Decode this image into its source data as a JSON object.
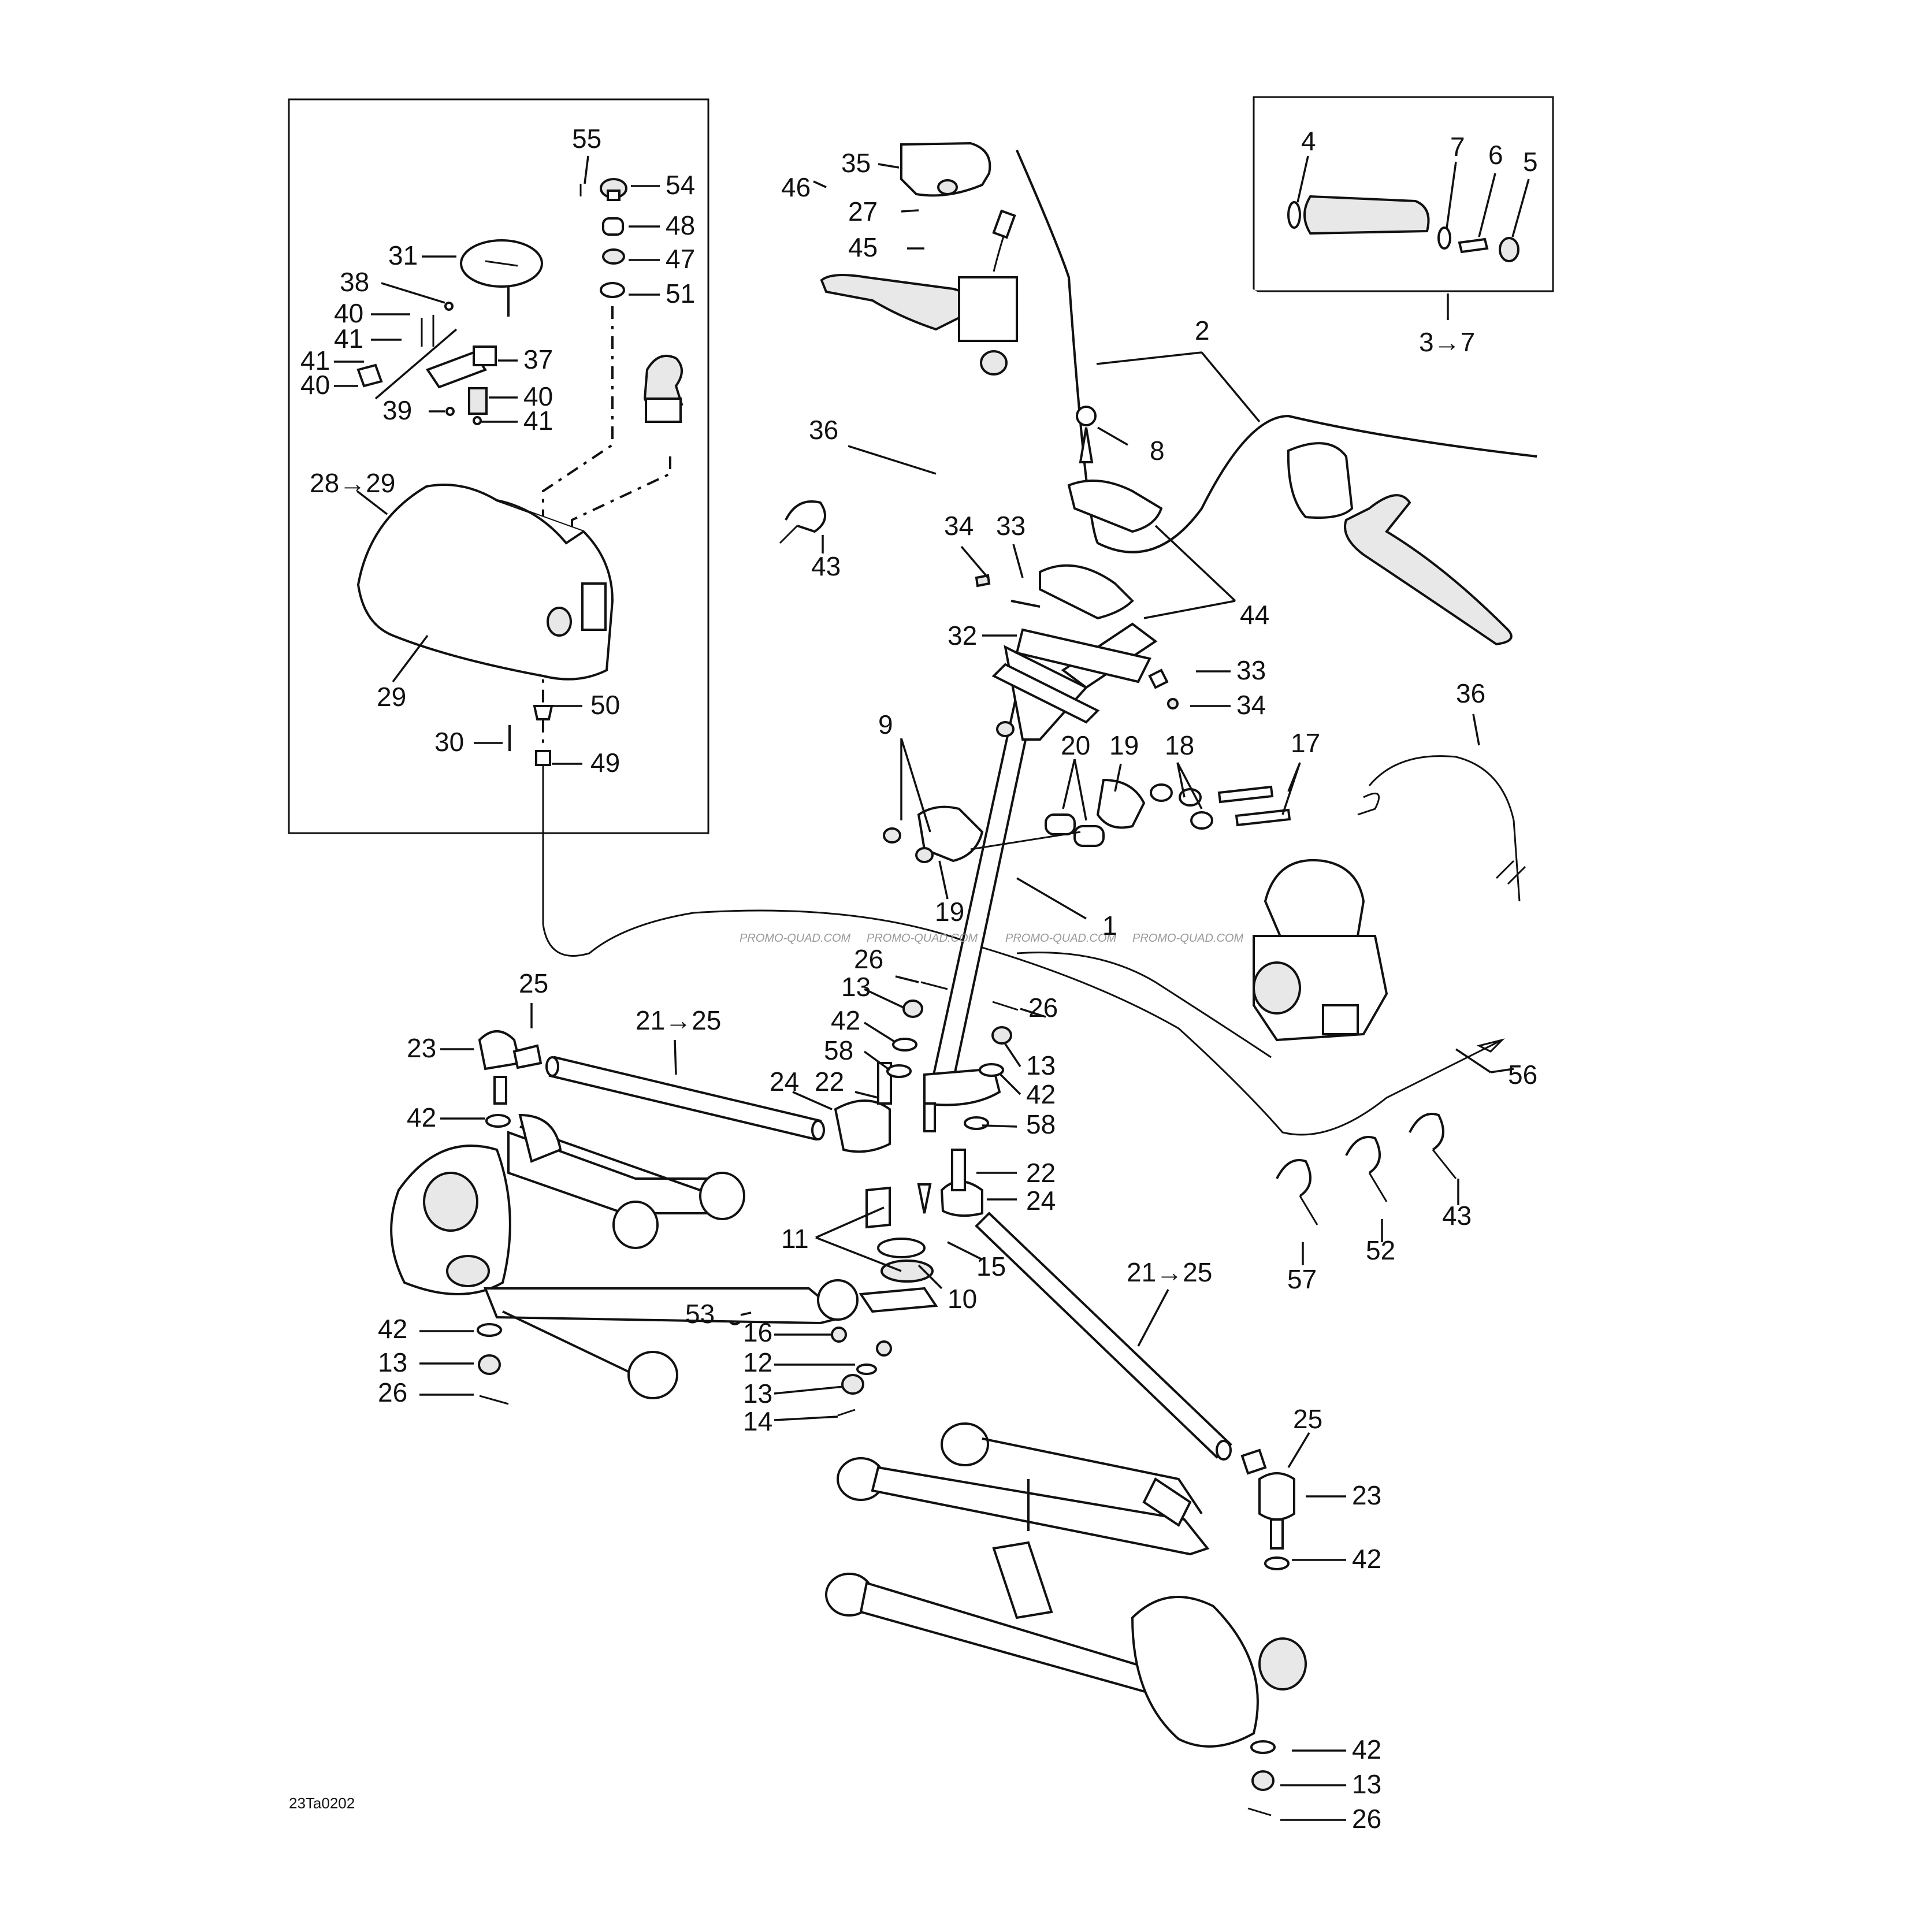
{
  "drawing_code": "23Ta0202",
  "watermark": "PROMO-QUAD.COM",
  "labels": {
    "l55": "55",
    "l54": "54",
    "l48": "48",
    "l47": "47",
    "l51": "51",
    "l31": "31",
    "l38": "38",
    "l40a": "40",
    "l41a": "41",
    "l41b": "41",
    "l40b": "40",
    "l37": "37",
    "l40c": "40",
    "l39": "39",
    "l41c": "41",
    "l28": "28→29",
    "l29": "29",
    "l50": "50",
    "l30": "30",
    "l49": "49",
    "l35": "35",
    "l46": "46",
    "l27": "27",
    "l45": "45",
    "l4": "4",
    "l7": "7",
    "l6": "6",
    "l5": "5",
    "l3": "3→7",
    "l2": "2",
    "l36a": "36",
    "l8": "8",
    "l43a": "43",
    "l34a": "34",
    "l33a": "33",
    "l44": "44",
    "l32": "32",
    "l33b": "33",
    "l34b": "34",
    "l36b": "36",
    "l9": "9",
    "l20": "20",
    "l19a": "19",
    "l18": "18",
    "l17": "17",
    "l19b": "19",
    "l1": "1",
    "l26a": "26",
    "l13a": "13",
    "l42a": "42",
    "l58a": "58",
    "l24a": "24",
    "l22a": "22",
    "l25a": "25",
    "l21a": "21→25",
    "l23a": "23",
    "l42b": "42",
    "l26b": "26",
    "l13b": "13",
    "l42c": "42",
    "l58b": "58",
    "l22b": "22",
    "l24b": "24",
    "l56": "56",
    "l57": "57",
    "l52": "52",
    "l43b": "43",
    "l11": "11",
    "l15": "15",
    "l10": "10",
    "l53": "53",
    "l16": "16",
    "l42d": "42",
    "l12": "12",
    "l13c": "13",
    "l26c": "26",
    "l13d": "13",
    "l14": "14",
    "l21b": "21→25",
    "l25b": "25",
    "l23b": "23",
    "l42e": "42",
    "l42f": "42",
    "l13e": "13",
    "l26d": "26"
  }
}
